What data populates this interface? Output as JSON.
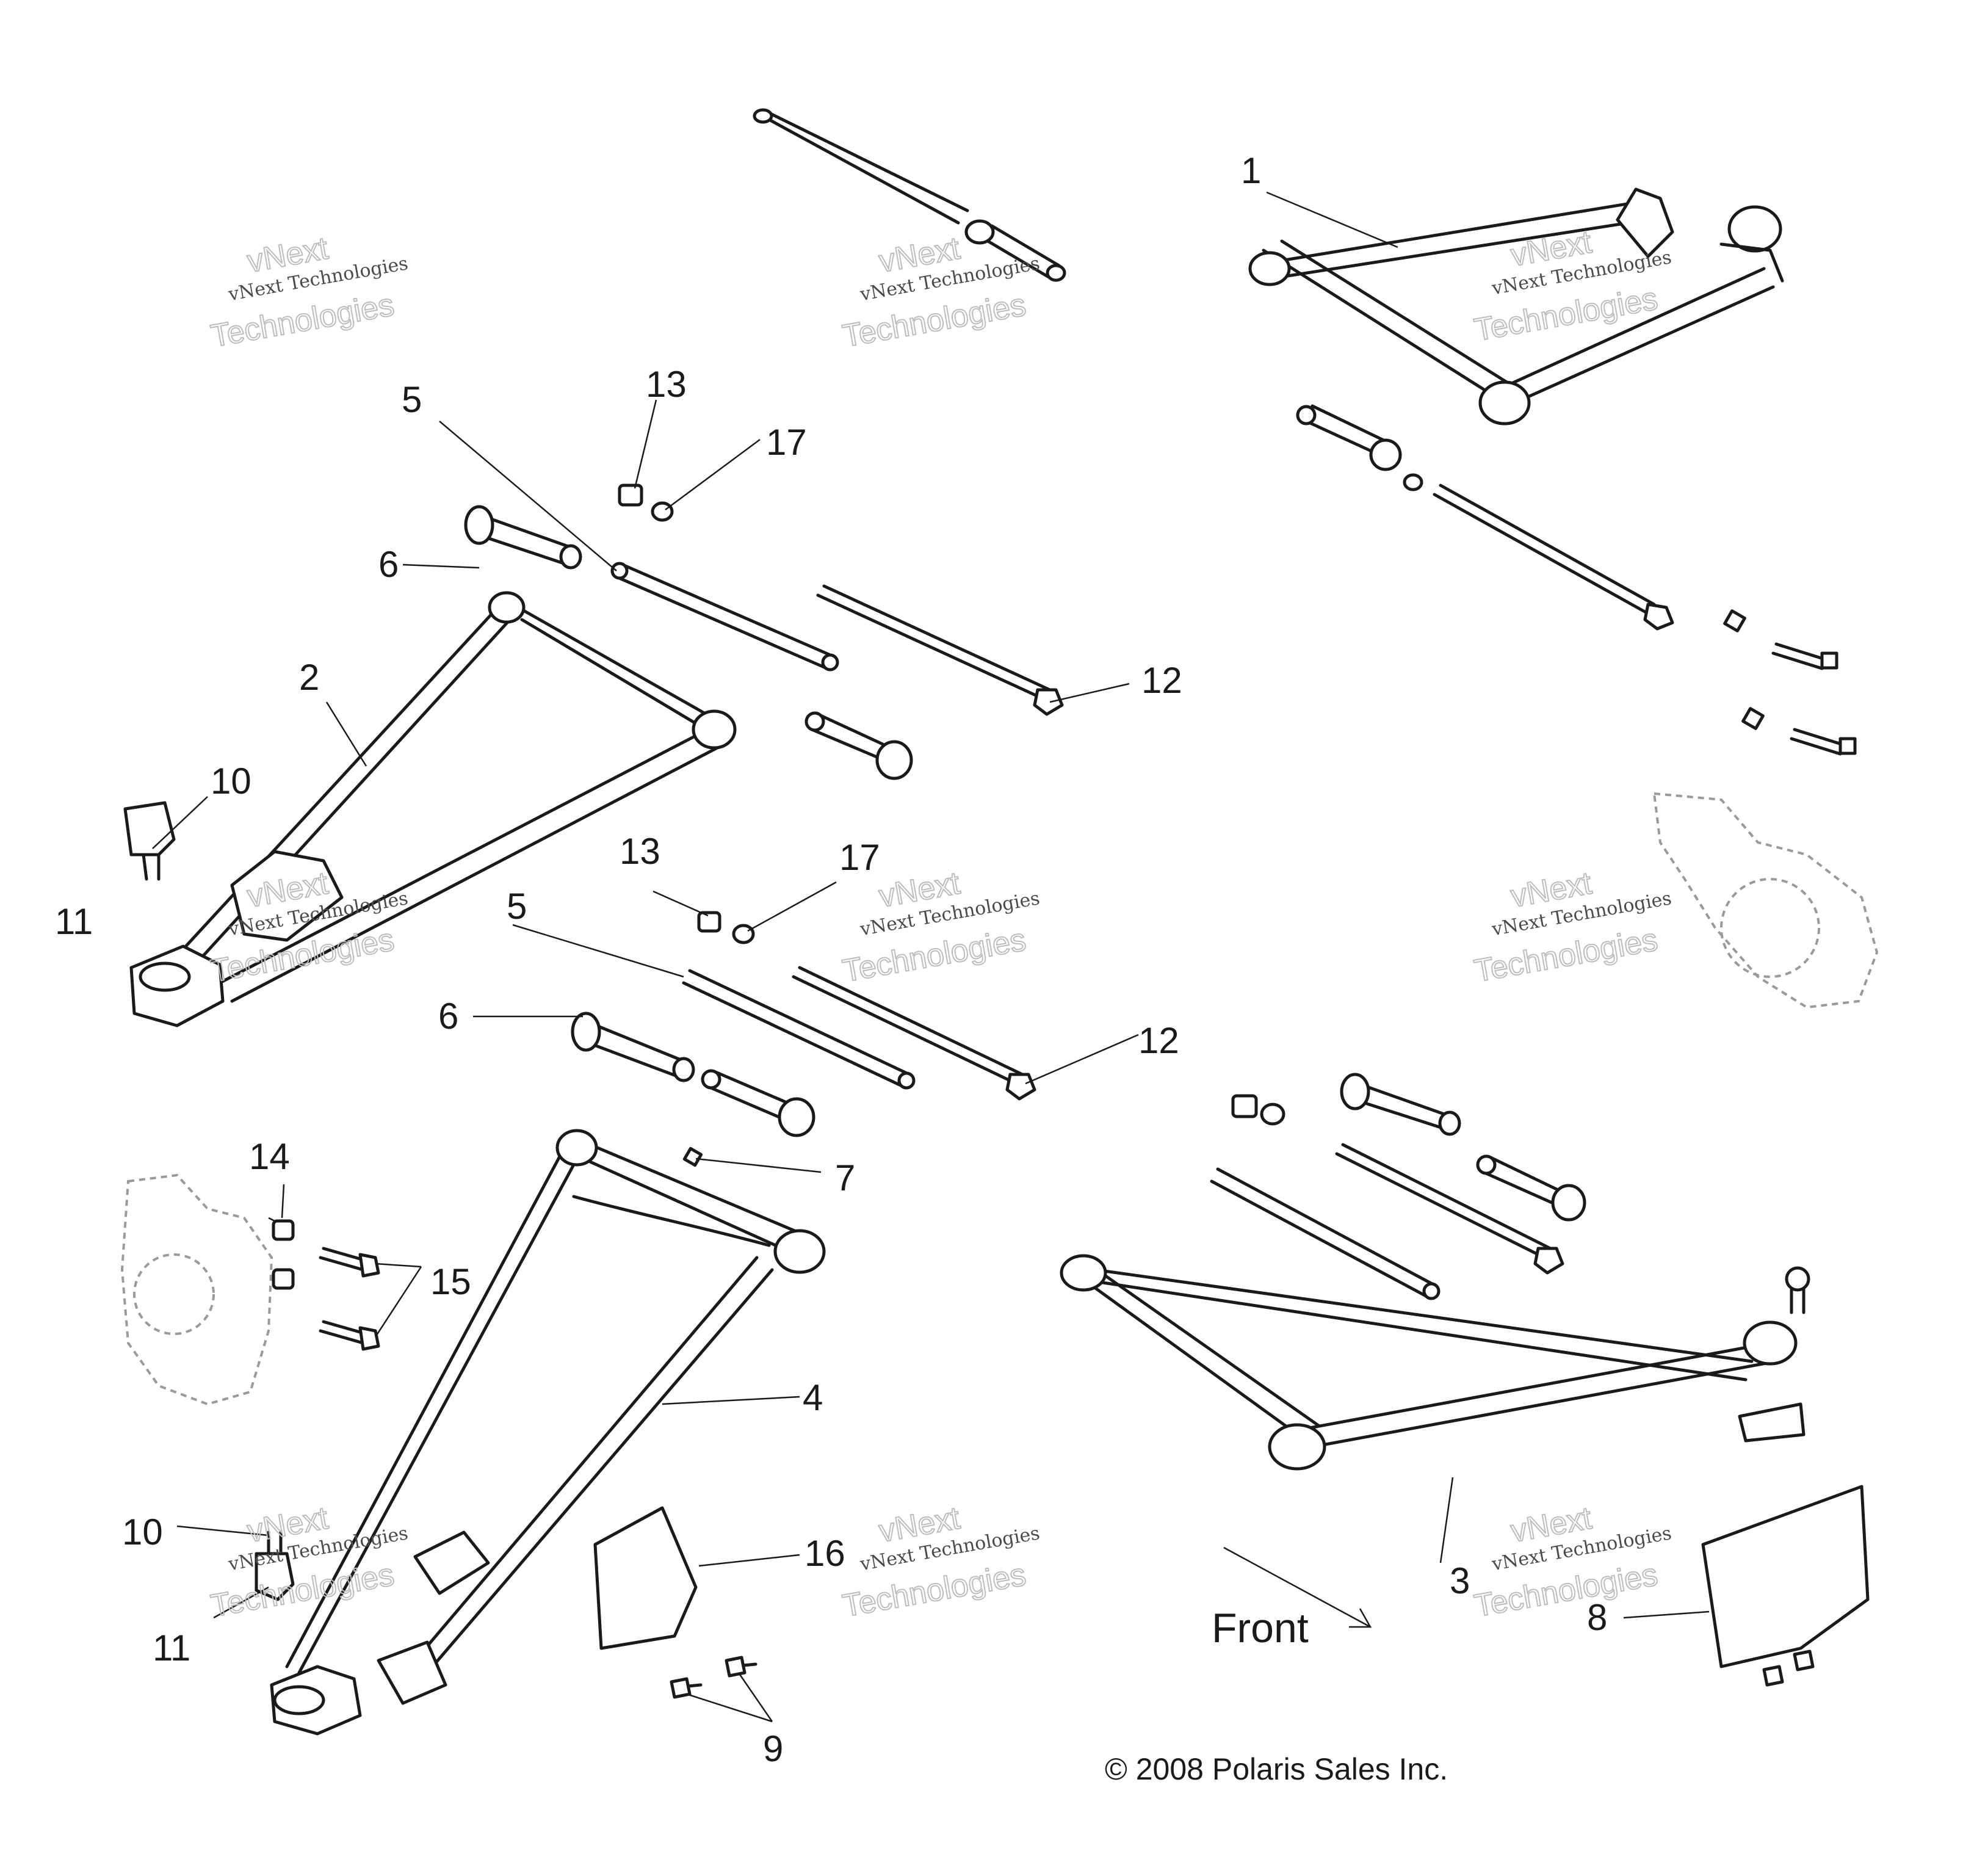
{
  "diagram": {
    "callouts": [
      "1",
      "2",
      "3",
      "4",
      "5",
      "5",
      "6",
      "6",
      "7",
      "8",
      "9",
      "10",
      "10",
      "11",
      "11",
      "12",
      "12",
      "13",
      "13",
      "14",
      "15",
      "16",
      "17",
      "17"
    ],
    "watermark": {
      "line1": "vNext",
      "line2": "vNext Technologies",
      "line3": "Technologies"
    },
    "front_label": "Front",
    "copyright": "© 2008 Polaris Sales Inc."
  }
}
